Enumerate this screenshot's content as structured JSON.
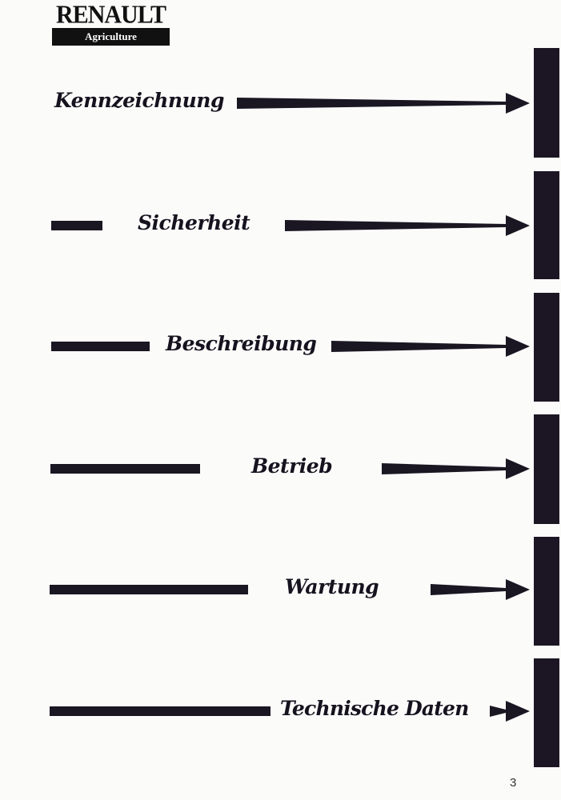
{
  "logo": {
    "brand": "RENAULT",
    "sub": "Agriculture"
  },
  "sections": [
    {
      "label": "Kennzeichnung"
    },
    {
      "label": "Sicherheit"
    },
    {
      "label": "Beschreibung"
    },
    {
      "label": "Betrieb"
    },
    {
      "label": "Wartung"
    },
    {
      "label": "Technische Daten"
    }
  ],
  "page_number": "3"
}
